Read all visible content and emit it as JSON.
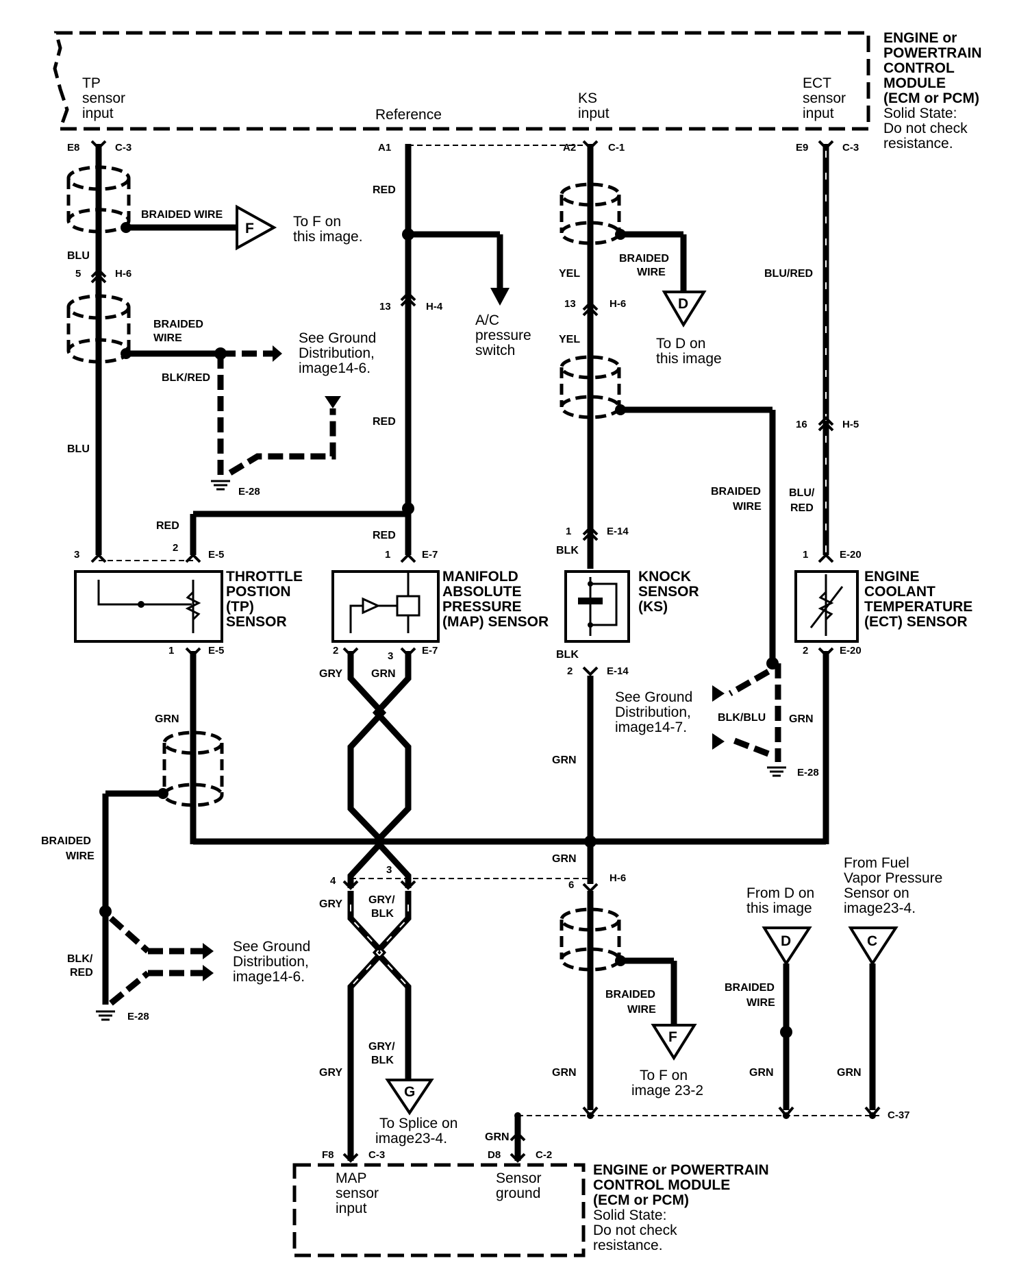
{
  "ecm_top": {
    "title": [
      "ENGINE or",
      "POWERTRAIN",
      "CONTROL",
      "MODULE",
      "(ECM or PCM)"
    ],
    "note": [
      "Solid State:",
      "Do not check",
      "resistance."
    ],
    "tp_input": [
      "TP",
      "sensor",
      "input"
    ],
    "reference": "Reference",
    "ks_input": [
      "KS",
      "input"
    ],
    "ect_input": [
      "ECT",
      "sensor",
      "input"
    ]
  },
  "ecm_bottom": {
    "title": [
      "ENGINE or POWERTRAIN",
      "CONTROL MODULE",
      "(ECM or PCM)"
    ],
    "note": [
      "Solid State:",
      "Do not check",
      "resistance."
    ],
    "map_input": [
      "MAP",
      "sensor",
      "input"
    ],
    "sensor_ground": [
      "Sensor",
      "ground"
    ]
  },
  "components": {
    "tp": [
      "THROTTLE",
      "POSTION",
      "(TP)",
      "SENSOR"
    ],
    "map": [
      "MANIFOLD",
      "ABSOLUTE",
      "PRESSURE",
      "(MAP) SENSOR"
    ],
    "ks": [
      "KNOCK",
      "SENSOR",
      "(KS)"
    ],
    "ect": [
      "ENGINE",
      "COOLANT",
      "TEMPERATURE",
      "(ECT) SENSOR"
    ]
  },
  "notes": {
    "to_f_top": [
      "To F on",
      "this image."
    ],
    "ac_switch": [
      "A/C",
      "pressure",
      "switch"
    ],
    "to_d": [
      "To D on",
      "this image"
    ],
    "gnd_14_6_top": [
      "See Ground",
      "Distribution,",
      "image14-6."
    ],
    "gnd_14_7": [
      "See Ground",
      "Distribution,",
      "image14-7."
    ],
    "gnd_14_6_bottom": [
      "See Ground",
      "Distribution,",
      "image14-6."
    ],
    "from_d": [
      "From D on",
      "this image"
    ],
    "from_fuel": [
      "From Fuel",
      "Vapor Pressure",
      "Sensor on",
      "image23-4."
    ],
    "to_splice": [
      "To Splice on",
      "image23-4."
    ],
    "to_f_bottom": [
      "To F on",
      "image 23-2"
    ]
  },
  "connectors": {
    "tp_ecm": [
      "E8",
      "C-3"
    ],
    "ref_ecm": [
      "A1"
    ],
    "ks_ecm": [
      "A2",
      "C-1"
    ],
    "ect_ecm": [
      "E9",
      "C-3"
    ],
    "tp_h6": [
      "5",
      "H-6"
    ],
    "ref_h4": [
      "13",
      "H-4"
    ],
    "ks_h6": [
      "13",
      "H-6"
    ],
    "ect_h5": [
      "16",
      "H-5"
    ],
    "tp_e5_top": [
      "3",
      "2",
      "E-5"
    ],
    "map_e7_top": [
      "1",
      "E-7"
    ],
    "ks_e14_top": [
      "1",
      "E-14"
    ],
    "ect_e20_top": [
      "1",
      "E-20"
    ],
    "tp_e5_bot": [
      "1",
      "E-5"
    ],
    "map_e7_bot": [
      "2",
      "3",
      "E-7"
    ],
    "ks_e14_bot": [
      "2",
      "E-14"
    ],
    "ect_e20_bot": [
      "2",
      "E-20"
    ],
    "h6_lower": [
      "4",
      "3",
      "6",
      "H-6"
    ],
    "bottom_ecm": [
      "F8",
      "C-3",
      "D8",
      "C-2"
    ],
    "c37": "C-37",
    "e28": "E-28"
  },
  "wire_labels": {
    "braided_wire": "BRAIDED WIRE",
    "braided": "BRAIDED",
    "wire": "WIRE",
    "blu": "BLU",
    "red": "RED",
    "yel": "YEL",
    "blk": "BLK",
    "grn": "GRN",
    "gry": "GRY",
    "blu_red": "BLU/RED",
    "blu_slash": "BLU/",
    "blk_red": "BLK/RED",
    "blk_blu": "BLK/BLU",
    "blk_slash": "BLK/",
    "red_only": "RED",
    "gry_slash": "GRY/",
    "blk2": "BLK"
  },
  "symbols": {
    "f": "F",
    "d": "D",
    "g": "G",
    "c": "C"
  }
}
